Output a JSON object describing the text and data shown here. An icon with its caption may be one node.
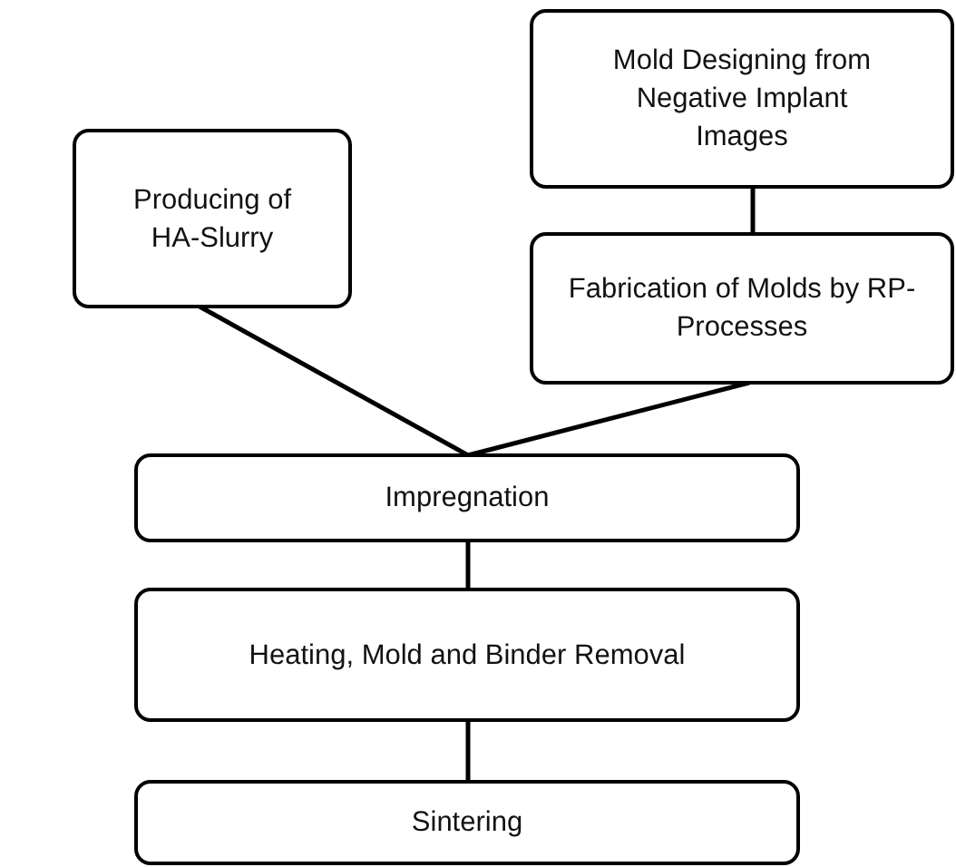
{
  "diagram": {
    "nodes": [
      {
        "text": [
          "Producing of HA-Slurry"
        ]
      },
      {
        "text": [
          "Mold Designing from Negative Implant Images"
        ]
      },
      {
        "text": [
          "Fabrication of Molds by RP-Processes"
        ]
      },
      {
        "text": [
          "Impregnation"
        ]
      },
      {
        "text": [
          "Heating, Mold and Binder Removal"
        ]
      },
      {
        "text": [
          "Sintering"
        ]
      }
    ],
    "edges": [
      {
        "from": 0,
        "to": 3,
        "arrow": "none"
      },
      {
        "from": 1,
        "to": 2,
        "arrow": "none"
      },
      {
        "from": 2,
        "to": 3,
        "arrow": "none"
      },
      {
        "from": 3,
        "to": 4,
        "arrow": "none"
      },
      {
        "from": 4,
        "to": 5,
        "arrow": "none"
      }
    ]
  }
}
